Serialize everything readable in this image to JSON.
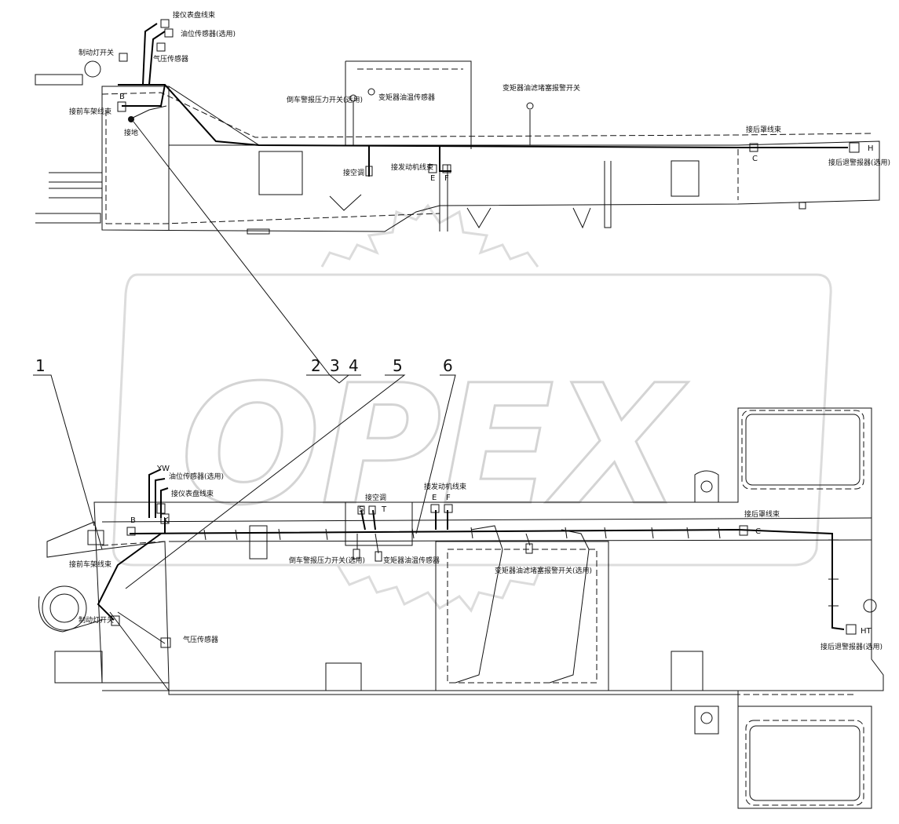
{
  "watermark": "OPEX",
  "top_view": {
    "labels": {
      "instrument_harness": "接仪表盘线束",
      "fuel_sensor": "油位传感器(选用)",
      "brake_light_switch": "制动灯开关",
      "air_pressure_sensor": "气压传感器",
      "front_frame_harness": "接前车架线束",
      "ground": "接地",
      "reverse_alarm_switch": "倒车警报压力开关(选用)",
      "torque_oil_temp_sensor": "变矩器油温传感器",
      "torque_filter_alarm_switch": "变矩器油滤堵塞报警开关",
      "ac": "接空调",
      "engine_harness": "接发动机线束",
      "rear_cover_harness": "接后罩线束",
      "reverse_alarm": "接后退警报器(选用)"
    },
    "connectors": {
      "b": "B",
      "c": "C",
      "e": "E",
      "f": "F",
      "h": "H"
    }
  },
  "bottom_view": {
    "labels": {
      "fuel_sensor": "油位传感器(选用)",
      "instrument_harness": "接仪表盘线束",
      "ac": "接空调",
      "engine_harness": "接发动机线束",
      "rear_cover_harness": "接后罩线束",
      "front_frame_harness": "接前车架线束",
      "reverse_alarm_switch": "倒车警报压力开关(选用)",
      "torque_oil_temp_sensor": "变矩器油温传感器",
      "torque_filter_alarm_switch": "变矩器油滤堵塞报警开关(选用)",
      "brake_light_switch": "制动灯开关",
      "air_pressure_sensor": "气压传感器",
      "reverse_alarm": "接后退警报器(选用)"
    },
    "connectors": {
      "yw": "YW",
      "b": "B",
      "k": "K",
      "s": "S",
      "t": "T",
      "e": "E",
      "f": "F",
      "c": "C",
      "ht": "HT"
    }
  },
  "callouts": [
    "1",
    "2",
    "3",
    "4",
    "5",
    "6"
  ]
}
